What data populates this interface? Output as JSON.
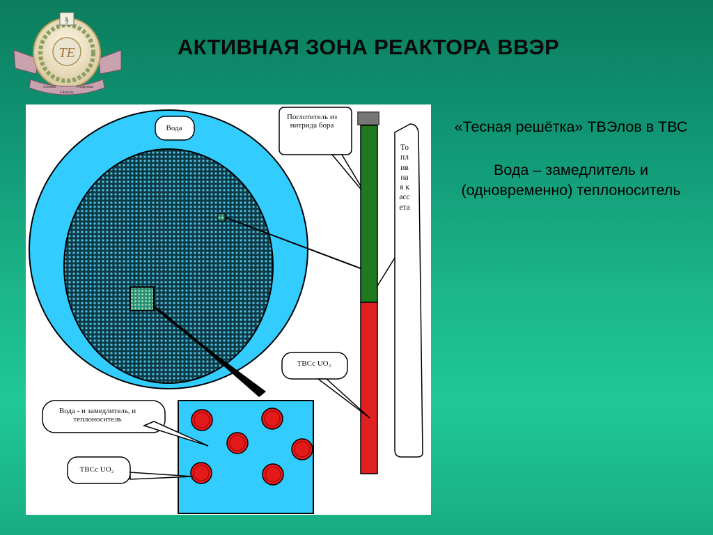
{
  "slide": {
    "title": "АКТИВНАЯ ЗОНА РЕАКТОРА ВВЭР",
    "line1": "«Тесная решётка» ТВЭлов в ТВС",
    "line2": "Вода – замедлитель и",
    "line3": "(одновременно) теплоноситель"
  },
  "diagram": {
    "water_label": "Вода",
    "absorber_label": "Поглотитель из нитрида бора",
    "fuel_label_1": "ТВСс UO₂",
    "moderator_label": "Вода - и замедлитель, и теплоноситель",
    "fuel_label_2": "ТВСс UO₂",
    "cassette_label": "Топливная кассета"
  },
  "logo": {
    "banner_left": "Scientia",
    "banner_center": "Liberitas",
    "banner_right": "Prosperitas"
  },
  "colors": {
    "background": "#1bb689",
    "water": "#33ccff",
    "core_dark": "#0d2f3a",
    "absorber_rod": "#1f7a1f",
    "fuel_rod": "#e02020",
    "fuel_pellet": "#e41a1a"
  }
}
